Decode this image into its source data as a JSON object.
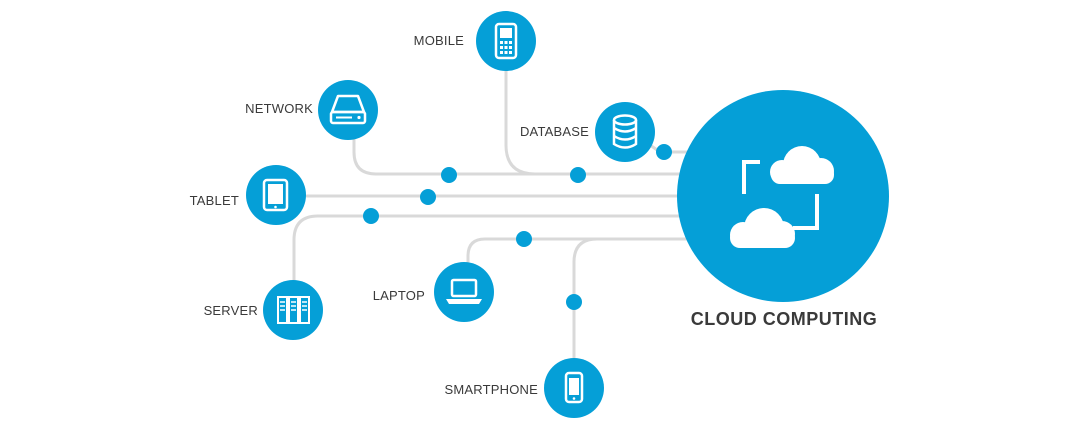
{
  "diagram": {
    "center_label": "CLOUD COMPUTING",
    "nodes": [
      {
        "id": "mobile",
        "label": "MOBILE",
        "icon": "mobile-phone-icon"
      },
      {
        "id": "network",
        "label": "NETWORK",
        "icon": "network-drive-icon"
      },
      {
        "id": "database",
        "label": "DATABASE",
        "icon": "database-icon"
      },
      {
        "id": "tablet",
        "label": "TABLET",
        "icon": "tablet-icon"
      },
      {
        "id": "server",
        "label": "SERVER",
        "icon": "server-rack-icon"
      },
      {
        "id": "laptop",
        "label": "LAPTOP",
        "icon": "laptop-icon"
      },
      {
        "id": "smartphone",
        "label": "SMARTPHONE",
        "icon": "smartphone-icon"
      }
    ],
    "center_icon": "cloud-computing-icon"
  },
  "colors": {
    "accent": "#059fd7",
    "line": "#d9d9d9",
    "text": "#3a3a3a",
    "icon_fg": "#ffffff"
  }
}
